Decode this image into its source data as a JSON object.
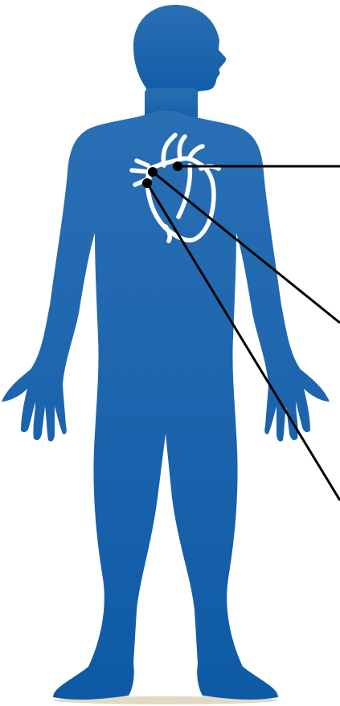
{
  "figure": {
    "subject": "human-body-silhouette",
    "organ": "heart-outline",
    "colors": {
      "body_top": "#2a6fb4",
      "body_bottom": "#0e5aa6",
      "heart": "#ffffff",
      "leader": "#000000",
      "shadow": "#c9b98e"
    },
    "leader_count": 3
  }
}
